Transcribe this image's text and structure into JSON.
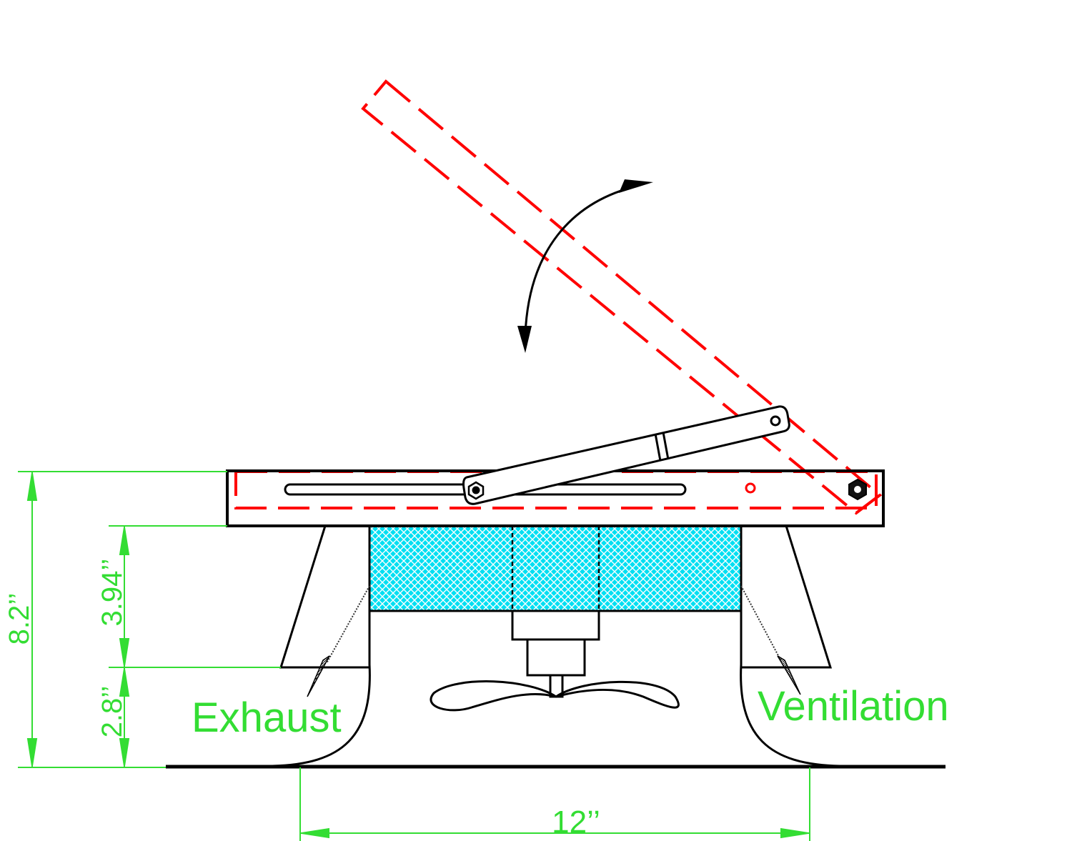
{
  "labels": {
    "exhaust": "Exhaust",
    "ventilation": "Ventilation"
  },
  "dimensions": {
    "overall_height": "8.2’’",
    "upper_height": "3.94’’",
    "lower_height": "2.8’’",
    "base_width": "12’’"
  },
  "colors": {
    "outline": "#000000",
    "lid_open": "#ff0000",
    "dimension": "#33dd33",
    "filter": "#00d8ee"
  }
}
